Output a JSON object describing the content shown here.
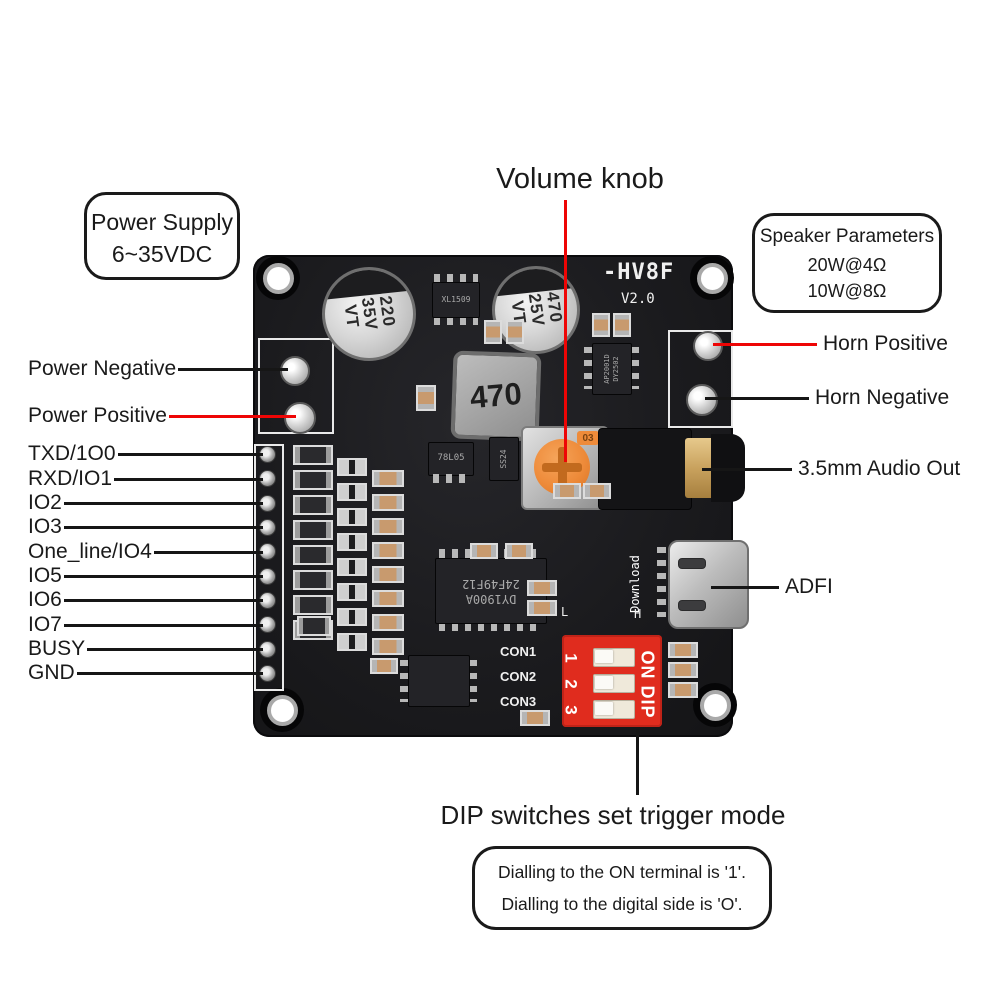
{
  "annotations": {
    "volume_knob": "Volume knob",
    "power_supply": {
      "line1": "Power Supply",
      "line2": "6~35VDC"
    },
    "speaker_params": {
      "title": "Speaker Parameters",
      "line1": "20W@4Ω",
      "line2": "10W@8Ω"
    },
    "left": {
      "power_negative": "Power Negative",
      "power_positive": "Power Positive"
    },
    "pins": [
      "TXD/1O0",
      "RXD/IO1",
      "IO2",
      "IO3",
      "One_line/IO4",
      "IO5",
      "IO6",
      "IO7",
      "BUSY",
      "GND"
    ],
    "right": {
      "horn_positive": "Horn Positive",
      "horn_negative": "Horn Negative",
      "audio_out": "3.5mm Audio Out",
      "adfi": "ADFI"
    },
    "bottom": {
      "title": "DIP switches set trigger mode",
      "note1": "Dialling to the ON terminal is '1'.",
      "note2": "Dialling to the digital side is 'O'."
    }
  },
  "board": {
    "model": "-HV8F",
    "version": "V2.0",
    "cap1": {
      "l1": "220",
      "l2": "35V",
      "l3": "VT"
    },
    "cap2": {
      "l1": "470",
      "l2": "25V",
      "l3": "VT"
    },
    "inductor": "470",
    "buck_chip": "XL1509",
    "amp_chip": {
      "l1": "AP2001D",
      "l2": "DY2502"
    },
    "regulator": "78L05",
    "diode": "SS24",
    "main_chip": {
      "l1": "DY1900A",
      "l2": "24F49F12"
    },
    "con_labels": [
      "CON1",
      "CON2",
      "CON3"
    ],
    "dip": {
      "label": "ON DIP",
      "numbers": [
        "1",
        "2",
        "3"
      ]
    },
    "usb": {
      "download": "Download",
      "h": "H",
      "l": "L"
    }
  },
  "colors": {
    "leader_red": "#ee0505",
    "leader_black": "#161616",
    "dip_red": "#e02c1e",
    "knob_orange": "#ee8b3a"
  }
}
